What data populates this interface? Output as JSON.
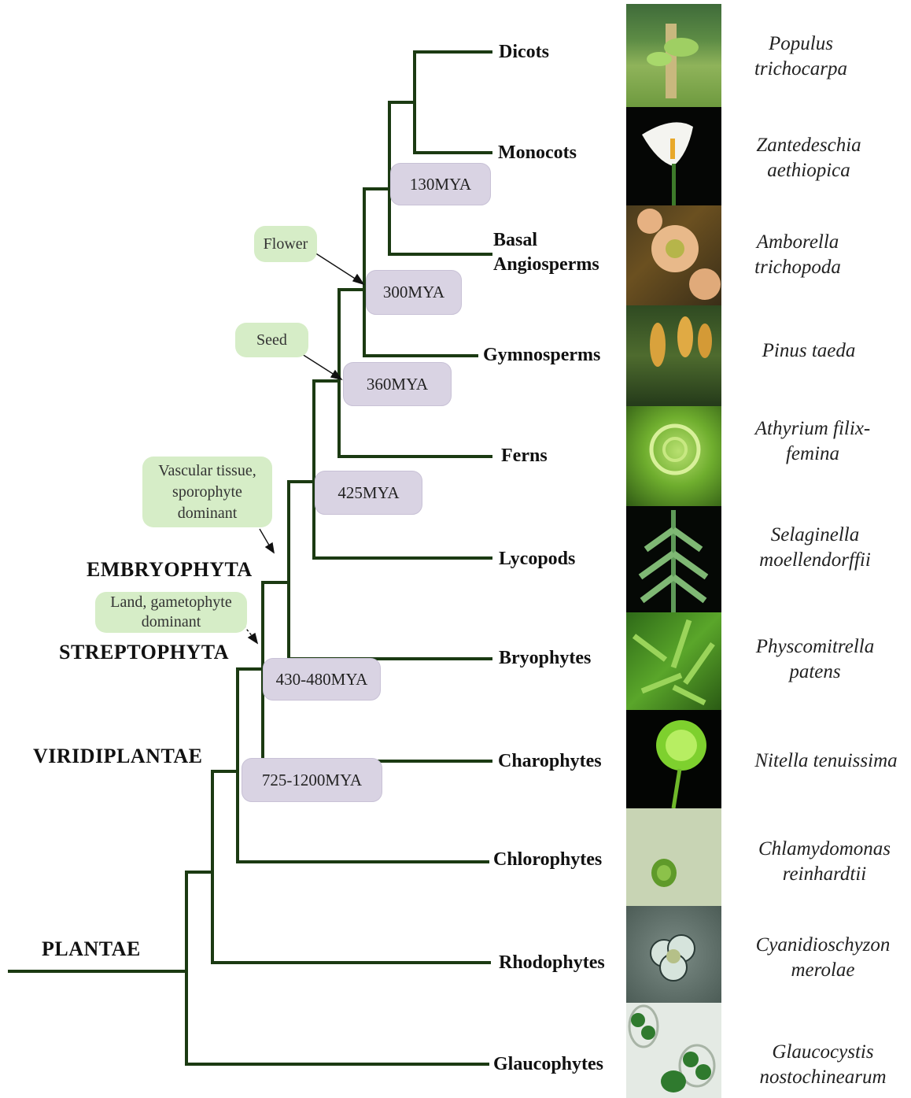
{
  "clades": {
    "plantae": "PLANTAE",
    "viridiplantae": "VIRIDIPLANTAE",
    "streptophyta": "STREPTOPHYTA",
    "embryophyta": "EMBRYOPHYTA"
  },
  "taxa": [
    {
      "name": "Dicots",
      "species": "Populus trichocarpa"
    },
    {
      "name": "Monocots",
      "species": "Zantedeschia aethiopica"
    },
    {
      "name": "Basal Angiosperms",
      "species": "Amborella trichopoda"
    },
    {
      "name": "Gymnosperms",
      "species": "Pinus taeda"
    },
    {
      "name": "Ferns",
      "species": "Athyrium filix-femina"
    },
    {
      "name": "Lycopods",
      "species": "Selaginella moellendorffii"
    },
    {
      "name": "Bryophytes",
      "species": "Physcomitrella patens"
    },
    {
      "name": "Charophytes",
      "species": "Nitella tenuissima"
    },
    {
      "name": "Chlorophytes",
      "species": "Chlamydomonas reinhardtii"
    },
    {
      "name": "Rhodophytes",
      "species": "Cyanidioschyzon merolae"
    },
    {
      "name": "Glaucophytes",
      "species": "Glaucocystis nostochinearum"
    }
  ],
  "divergence_dates": [
    "130MYA",
    "300MYA",
    "360MYA",
    "425MYA",
    "430-480MYA",
    "725-1200MYA"
  ],
  "innovations": [
    "Flower",
    "Seed",
    "Vascular tissue, sporophyte dominant",
    "Land, gametophyte dominant"
  ],
  "colors": {
    "branch": "#1b3a12",
    "date_box": "#d9d3e3",
    "note_box": "#d6edc7"
  }
}
